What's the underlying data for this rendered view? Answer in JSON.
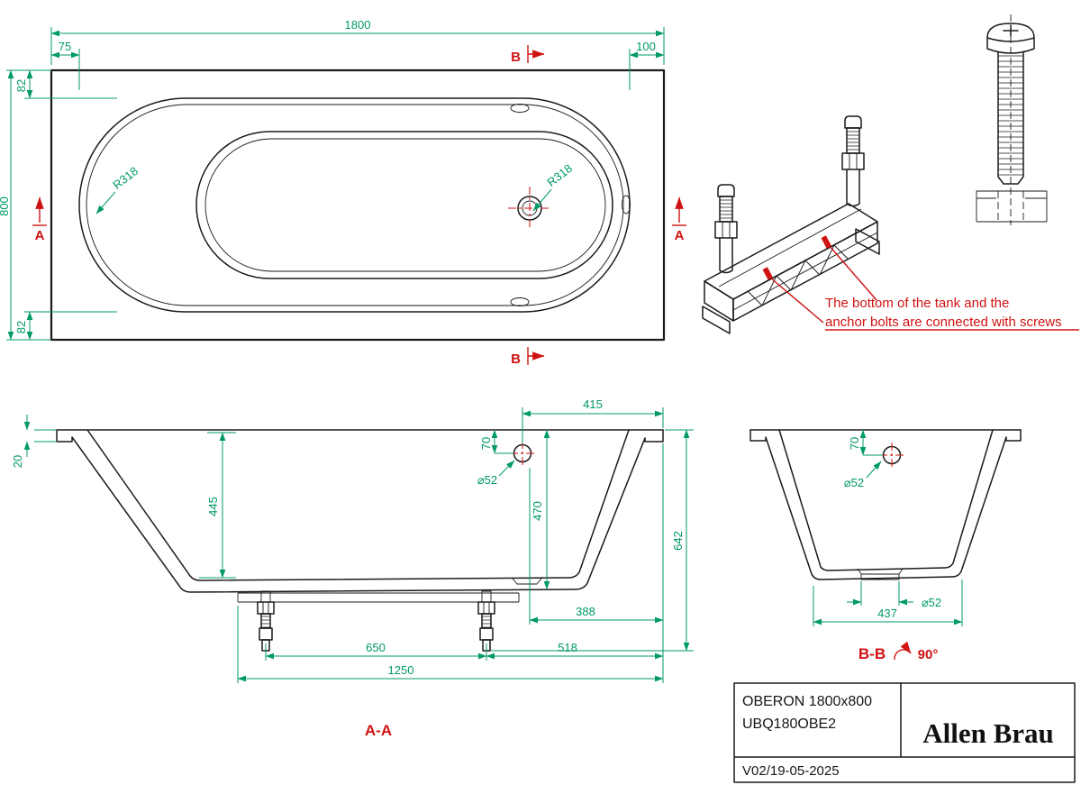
{
  "colors": {
    "line": "#1a1a1a",
    "dimension_green": "#009969",
    "accent_red": "#cf1312",
    "background": "#ffffff"
  },
  "top_view": {
    "dim_width": "1800",
    "dim_left_offset": "75",
    "dim_right_offset": "100",
    "dim_top_margin": "82",
    "dim_height": "800",
    "dim_bottom_margin": "82",
    "radius_left": "R318",
    "radius_right": "R318",
    "marker_b_top": "B",
    "marker_b_bottom": "B",
    "marker_a_left": "A",
    "marker_a_right": "A"
  },
  "iso_view": {
    "note_line1": "The bottom of the tank and the",
    "note_line2": "anchor bolts are connected with screws"
  },
  "section_aa": {
    "label": "A-A",
    "dim_drain_to_edge": "415",
    "dim_drain_offset_from_rim": "70",
    "dim_drain_diameter": "⌀52",
    "dim_depth_at_drain": "470",
    "dim_inner_depth": "445",
    "dim_rim_lip": "20",
    "dim_total_height": "642",
    "dim_drain_to_edge_bottom": "388",
    "dim_feet_spacing": "650",
    "dim_foot_to_edge": "518",
    "dim_frame_length": "1250"
  },
  "section_bb": {
    "label": "B-B",
    "rotation": "90°",
    "dim_drain_offset_from_rim": "70",
    "dim_drain_diameter_top": "⌀52",
    "dim_drain_diameter_bottom": "⌀52",
    "dim_bottom_width": "437"
  },
  "title_block": {
    "model": "OBERON  1800x800",
    "article": "UBQ180OBE2",
    "brand": "Allen Brau",
    "revision": "V02/19-05-2025"
  }
}
